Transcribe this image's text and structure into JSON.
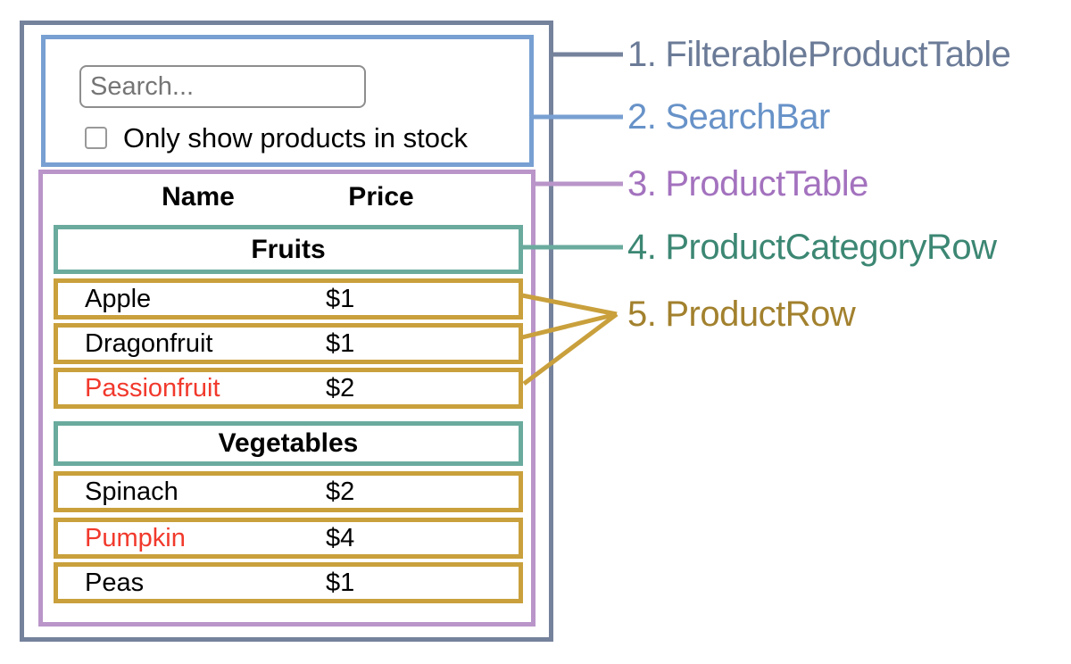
{
  "colors": {
    "filterable_product_table": "#75829c",
    "search_bar": "#78a0d2",
    "product_table": "#b995c9",
    "product_category_row": "#6aab9e",
    "product_row": "#c9a03c",
    "label_filterable_product_table": "#6b7b97",
    "label_search_bar": "#6792c8",
    "label_product_table": "#a372be",
    "label_product_category_row": "#3c8773",
    "label_product_row": "#a2812e",
    "red_text": "#f1392c",
    "black_text": "#000000",
    "placeholder_text": "#757575"
  },
  "search_bar": {
    "placeholder": "Search...",
    "checkbox_label": "Only show products in stock"
  },
  "table": {
    "name_header": "Name",
    "price_header": "Price",
    "sections": [
      {
        "category": "Fruits",
        "rows": [
          {
            "name": "Apple",
            "price": "$1",
            "name_color": "#000000"
          },
          {
            "name": "Dragonfruit",
            "price": "$1",
            "name_color": "#000000"
          },
          {
            "name": "Passionfruit",
            "price": "$2",
            "name_color": "#f1392c"
          }
        ]
      },
      {
        "category": "Vegetables",
        "rows": [
          {
            "name": "Spinach",
            "price": "$2",
            "name_color": "#000000"
          },
          {
            "name": "Pumpkin",
            "price": "$4",
            "name_color": "#f1392c"
          },
          {
            "name": "Peas",
            "price": "$1",
            "name_color": "#000000"
          }
        ]
      }
    ]
  },
  "legend": [
    {
      "number": "1.",
      "label": "FilterableProductTable"
    },
    {
      "number": "2.",
      "label": "SearchBar"
    },
    {
      "number": "3.",
      "label": "ProductTable"
    },
    {
      "number": "4.",
      "label": "ProductCategoryRow"
    },
    {
      "number": "5.",
      "label": "ProductRow"
    }
  ]
}
